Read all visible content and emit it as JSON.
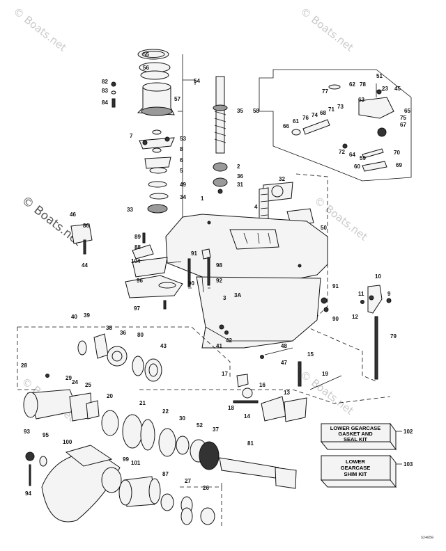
{
  "watermarks": {
    "top_left": "© Boats.net",
    "top_right": "© Boats.net",
    "mid_left": "© Boats.net",
    "mid_right": "© Boats.net",
    "bottom_left": "© Boats.net",
    "bottom_right": "© Boats.net"
  },
  "kits": [
    {
      "line1": "LOWER GEARCASE",
      "line2": "GASKET AND",
      "line3": "SEAL KIT",
      "callout": "102"
    },
    {
      "line1": "LOWER",
      "line2": "GEARCASE",
      "line3": "SHIM KIT",
      "callout": "103"
    }
  ],
  "diagram_code": "S24850",
  "callouts": [
    "55",
    "56",
    "82",
    "83",
    "84",
    "57",
    "54",
    "7",
    "53",
    "8",
    "6",
    "5",
    "49",
    "34",
    "33",
    "35",
    "2",
    "36",
    "31",
    "58",
    "51",
    "77",
    "62",
    "78",
    "23",
    "45",
    "63",
    "65",
    "75",
    "67",
    "66",
    "61",
    "76",
    "74",
    "68",
    "71",
    "73",
    "64",
    "72",
    "70",
    "69",
    "59",
    "60",
    "32",
    "4",
    "50",
    "46",
    "86",
    "44",
    "89",
    "88",
    "104",
    "91",
    "98",
    "90",
    "92",
    "96",
    "97",
    "3",
    "3A",
    "41",
    "42",
    "10",
    "11",
    "9",
    "12",
    "79",
    "91",
    "90",
    "1",
    "39",
    "40",
    "38",
    "36",
    "80",
    "43",
    "48",
    "47",
    "28",
    "29",
    "24",
    "25",
    "20",
    "17",
    "16",
    "15",
    "19",
    "18",
    "14",
    "13",
    "21",
    "22",
    "30",
    "52",
    "37",
    "81",
    "93",
    "95",
    "100",
    "99",
    "101",
    "87",
    "27",
    "26",
    "94"
  ]
}
